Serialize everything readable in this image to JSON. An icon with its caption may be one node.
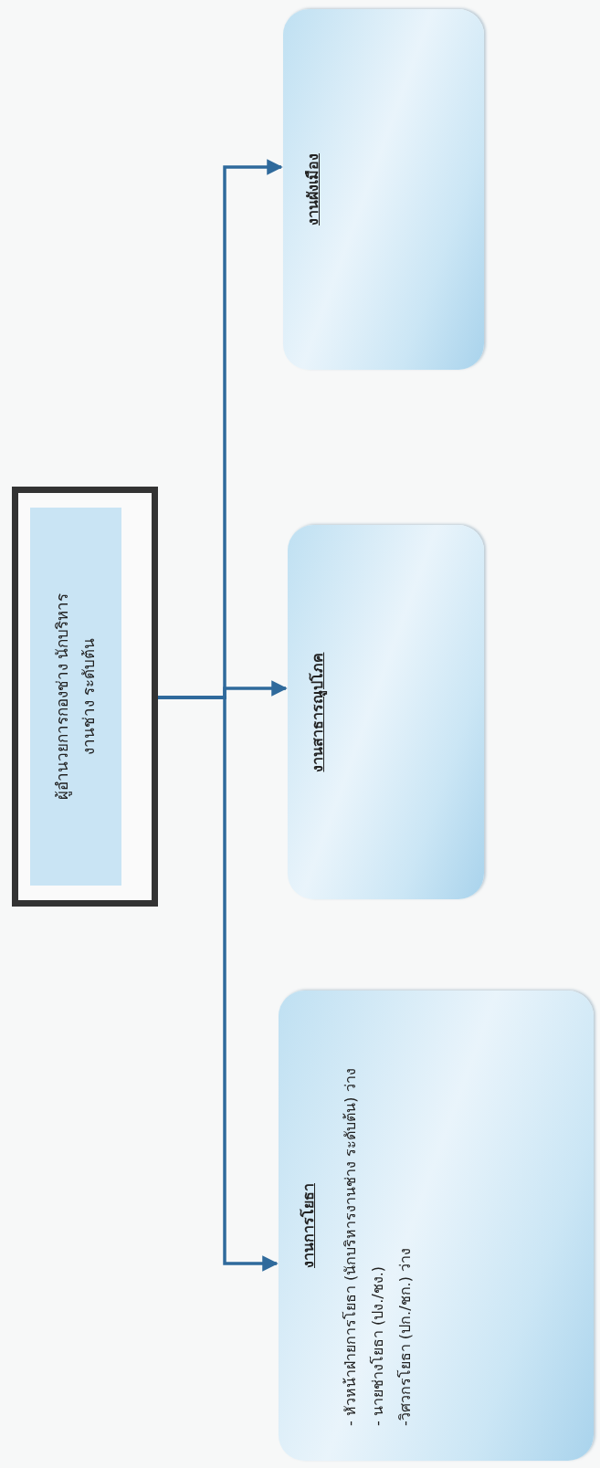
{
  "diagram": {
    "nodes": [
      {
        "text": [
          "ผู้อำนวยการกองช่าง นักบริหารงานช่าง ระดับต้น"
        ]
      },
      {
        "text": [
          "งานการโยธา",
          "- หัวหน้าฝ่ายการโยธา (นักบริหารงานช่าง ระดับต้น) ว่าง",
          "- นายช่างโยธา (ปง./ชง.)",
          "-วิศวกรโยธา (ปก./ชก.) ว่าง"
        ]
      },
      {
        "text": [
          "งานสาธารณูปโภค"
        ]
      },
      {
        "text": [
          "งานผังเมือง"
        ]
      }
    ],
    "edges": [
      {
        "from": 0,
        "to": 1,
        "arrow": "to"
      },
      {
        "from": 0,
        "to": 2,
        "arrow": "to"
      },
      {
        "from": 0,
        "to": 3,
        "arrow": "to"
      }
    ]
  }
}
